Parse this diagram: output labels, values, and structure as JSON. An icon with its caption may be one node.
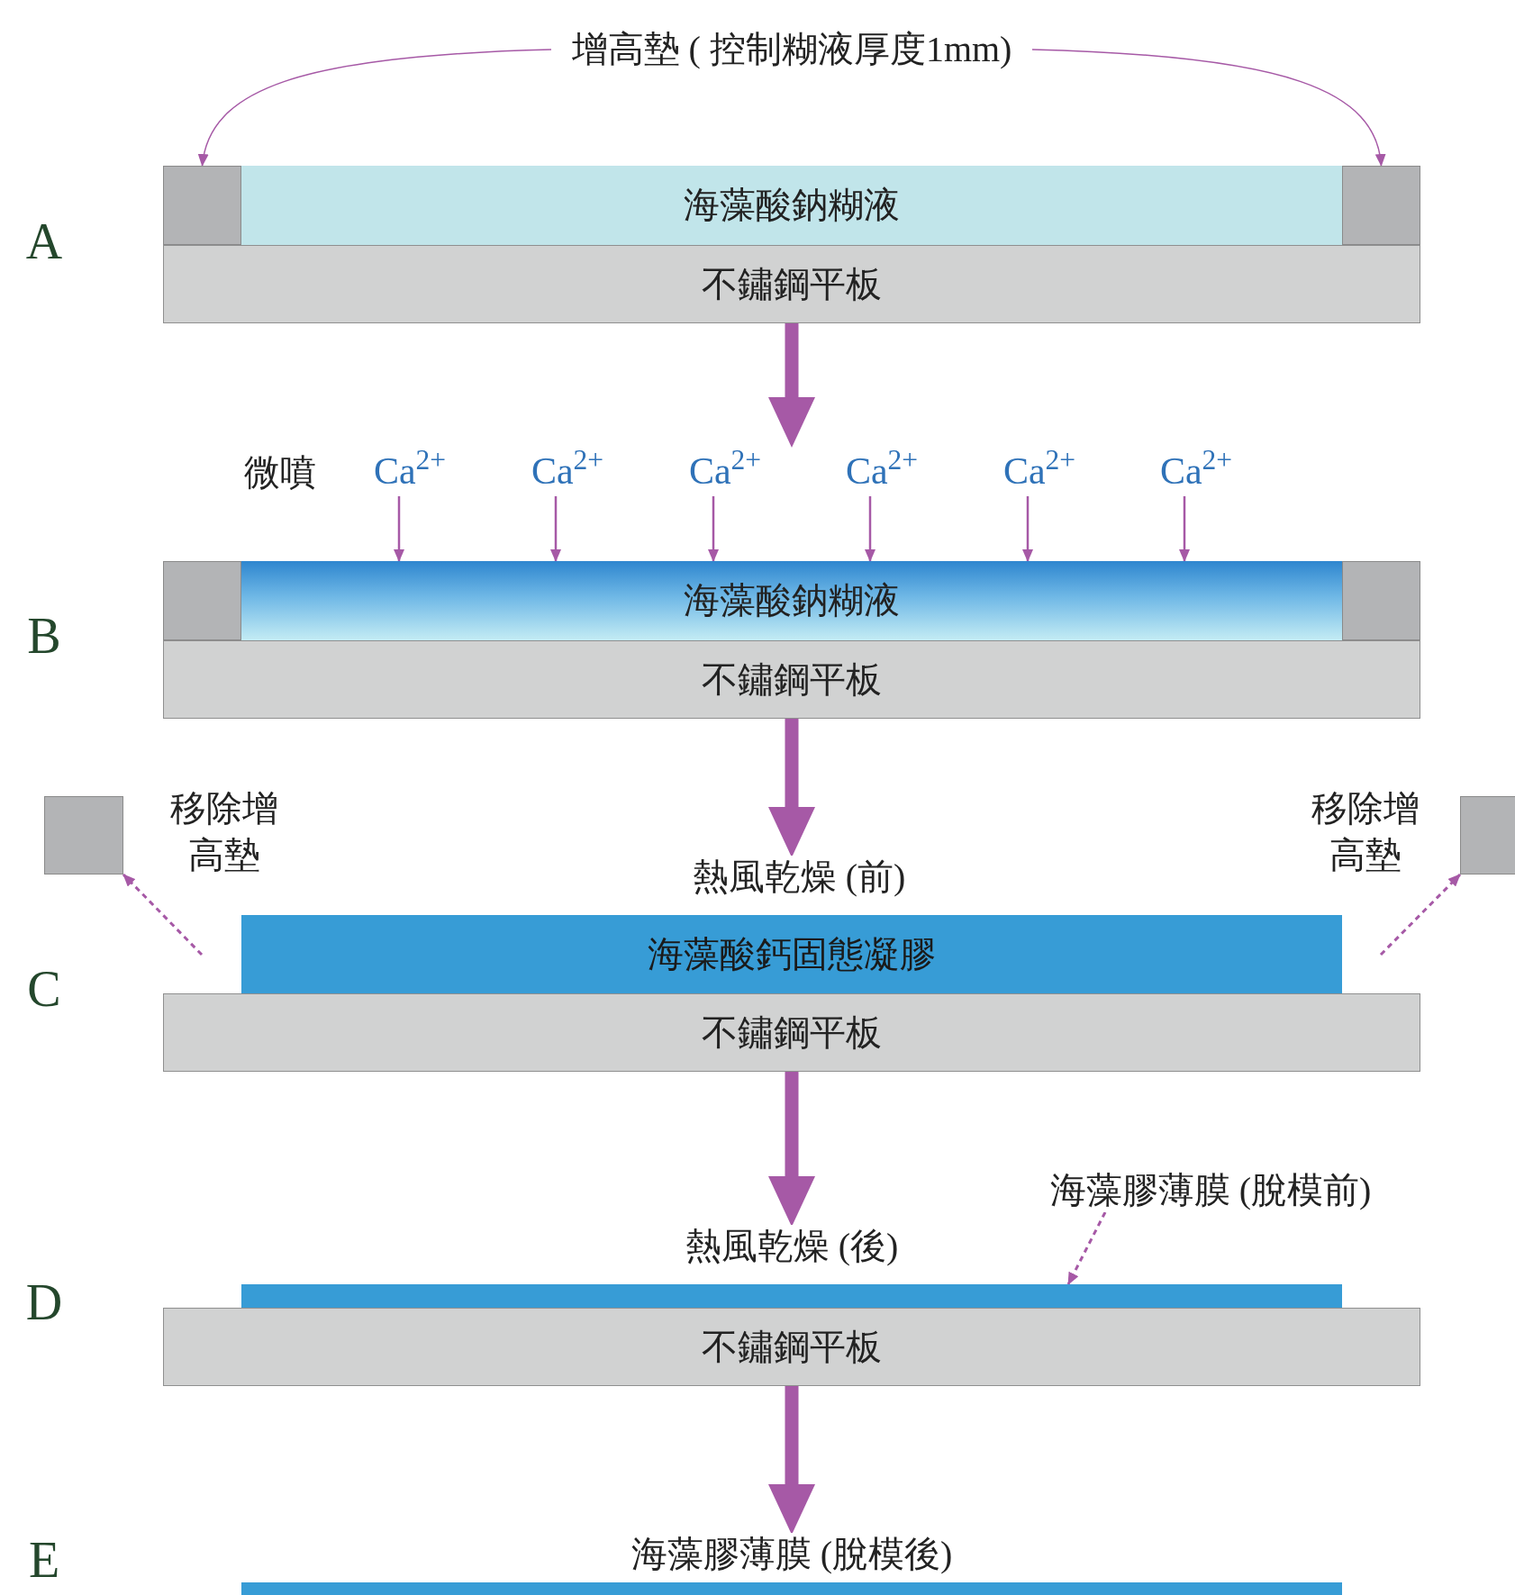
{
  "diagram": {
    "nodes": [
      {
        "text": [
          "增高墊 ( 控制糊液厚度1mm)"
        ]
      },
      {
        "text": [],
        "shape": "box"
      },
      {
        "text": [
          "海藻酸鈉糊液"
        ]
      },
      {
        "text": [],
        "shape": "box"
      },
      {
        "text": [
          "不鏽鋼平板"
        ]
      },
      {
        "text": [
          "Ca$^{2+}$"
        ]
      },
      {
        "text": [
          "Ca$^{2+}$"
        ]
      },
      {
        "text": [
          "Ca$^{2+}$"
        ]
      },
      {
        "text": [
          "Ca$^{2+}$"
        ]
      },
      {
        "text": [
          "Ca$^{2+}$"
        ]
      },
      {
        "text": [
          "Ca$^{2+}$"
        ]
      },
      {
        "text": [],
        "shape": "box"
      },
      {
        "text": [
          "海藻酸鈉糊液"
        ]
      },
      {
        "text": [],
        "shape": "box"
      },
      {
        "text": [
          "不鏽鋼平板"
        ]
      },
      {
        "text": [],
        "shape": "box"
      },
      {
        "text": [],
        "shape": "box"
      },
      {
        "text": [
          "熱風乾燥 (前)"
        ]
      },
      {
        "text": [
          "海藻酸鈣固態凝膠"
        ]
      },
      {
        "text": [
          "不鏽鋼平板"
        ]
      },
      {
        "text": [
          "海藻膠薄膜 (脫模前)"
        ]
      },
      {
        "text": [
          "熱風乾燥 (後)"
        ]
      },
      {
        "text": [],
        "shape": "bar"
      },
      {
        "text": [
          "不鏽鋼平板"
        ]
      },
      {
        "text": [
          "海藻膠薄膜 (脫模後)"
        ]
      },
      {
        "text": [],
        "shape": "bar"
      }
    ],
    "edges": [
      {
        "from": 0,
        "to": 1,
        "arrow": "to"
      },
      {
        "from": 0,
        "to": 3,
        "arrow": "to"
      },
      {
        "from": 5,
        "to": 12,
        "arrow": "to"
      },
      {
        "from": 6,
        "to": 12,
        "arrow": "to"
      },
      {
        "from": 7,
        "to": 12,
        "arrow": "to"
      },
      {
        "from": 8,
        "to": 12,
        "arrow": "to"
      },
      {
        "from": 9,
        "to": 12,
        "arrow": "to"
      },
      {
        "from": 10,
        "to": 12,
        "arrow": "to"
      },
      {
        "from": 4,
        "to": 7,
        "arrow": "to",
        "style": "thick"
      },
      {
        "from": 14,
        "to": 17,
        "arrow": "to",
        "style": "thick"
      },
      {
        "from": null,
        "to": 15,
        "arrow": "to",
        "style": "dashed"
      },
      {
        "from": null,
        "to": 16,
        "arrow": "to",
        "style": "dashed"
      },
      {
        "from": 19,
        "to": 21,
        "arrow": "to",
        "style": "thick"
      },
      {
        "from": 20,
        "to": 22,
        "arrow": "to",
        "style": "dashed"
      },
      {
        "from": 23,
        "to": 24,
        "arrow": "to",
        "style": "thick"
      }
    ],
    "labels": [
      "A",
      "微噴",
      "B",
      "移除增高墊",
      "移除增高墊",
      "C",
      "D",
      "E"
    ]
  }
}
